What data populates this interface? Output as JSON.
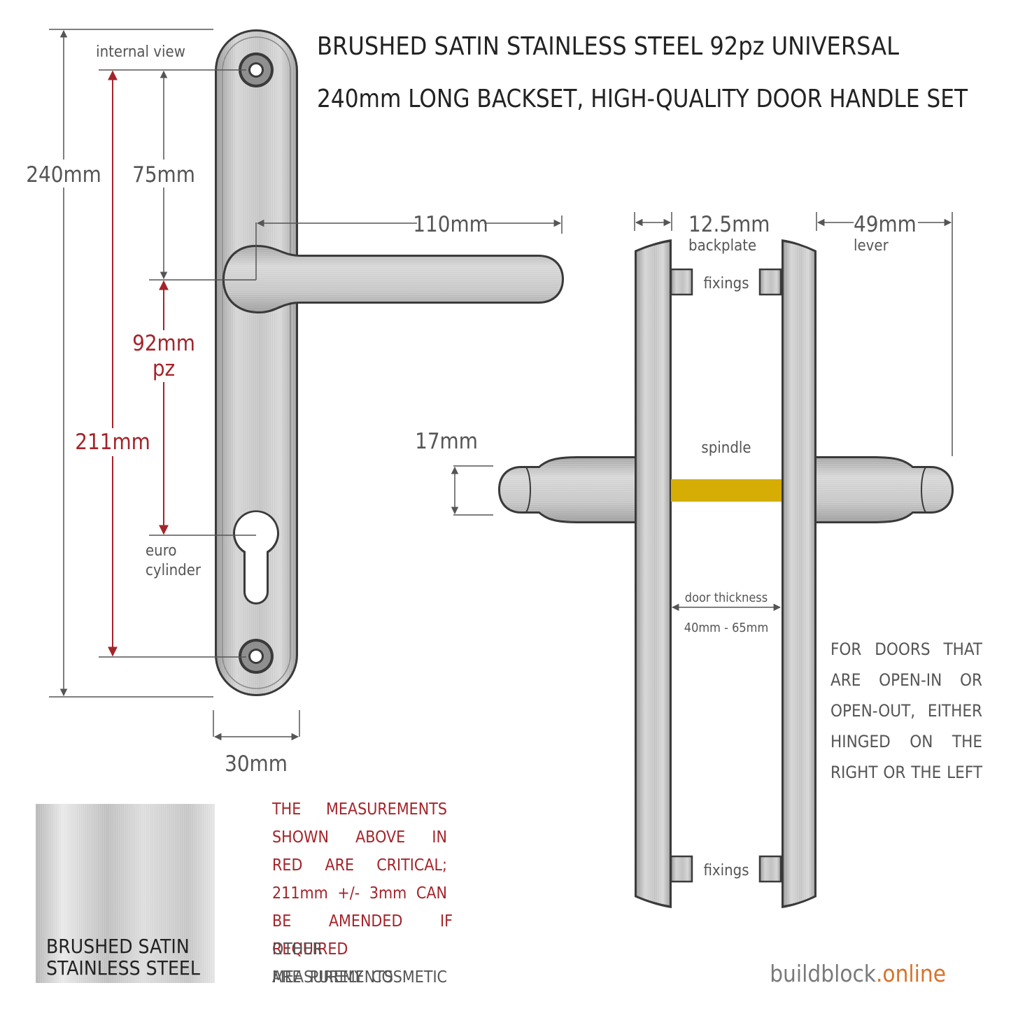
{
  "title": {
    "line1": "BRUSHED SATIN STAINLESS STEEL 92pz UNIVERSAL",
    "line2": "240mm LONG BACKSET, HIGH-QUALITY DOOR HANDLE SET"
  },
  "front_view": {
    "internal_view": "internal view",
    "total_length": "240mm",
    "top_to_lever": "75mm",
    "lever_length": "110mm",
    "pz_value": "92mm",
    "pz_unit": "pz",
    "fixing_centres": "211mm",
    "euro_line1": "euro",
    "euro_line2": "cylinder",
    "plate_width": "30mm"
  },
  "side_view": {
    "backplate_value": "12.5mm",
    "backplate_label": "backplate",
    "lever_value": "49mm",
    "lever_label": "lever",
    "fixings_top": "fixings",
    "fixings_bottom": "fixings",
    "spindle": "spindle",
    "grip_diameter": "17mm",
    "door_thickness_label": "door thickness",
    "door_thickness_range": "40mm - 65mm"
  },
  "door_note": [
    "FOR DOORS THAT",
    "ARE OPEN-IN OR",
    "OPEN-OUT, EITHER",
    "HINGED ON THE",
    "RIGHT OR THE LEFT"
  ],
  "swatch": {
    "line1": "BRUSHED SATIN",
    "line2": "STAINLESS STEEL"
  },
  "measurement_note": {
    "critical": [
      "THE MEASUREMENTS",
      "SHOWN ABOVE IN",
      "RED ARE CRITICAL;",
      "211mm +/- 3mm CAN",
      "BE AMENDED IF REQUIRED"
    ],
    "cosmetic": [
      "OTHER MEASUREMENTS",
      "ARE PURELY COSMETIC"
    ]
  },
  "brand": {
    "name": "buildblock",
    "tld": ".online"
  },
  "colors": {
    "dimension_gray": "#555555",
    "critical_red": "#a4242a",
    "spindle_yellow": "#d6ad05",
    "brand_orange": "#d7732a",
    "outline": "#3a3a3a"
  }
}
